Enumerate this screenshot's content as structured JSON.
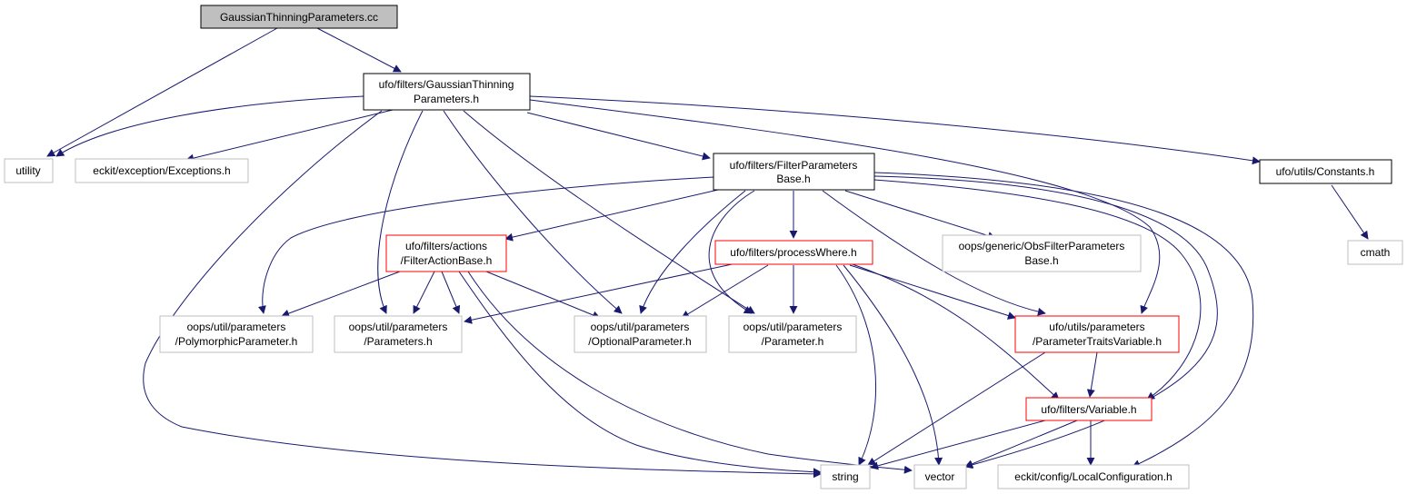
{
  "colors": {
    "edge": "#191970",
    "root_fill": "#bfbfbf",
    "box_border": "#000000",
    "red_border": "#ff0000",
    "gray_border": "#bfbfbf"
  },
  "nodes": {
    "root": {
      "lines": [
        "GaussianThinningParameters.cc"
      ]
    },
    "gtp_h": {
      "lines": [
        "ufo/filters/GaussianThinning",
        "Parameters.h"
      ]
    },
    "utility": {
      "lines": [
        "utility"
      ]
    },
    "exceptions": {
      "lines": [
        "eckit/exception/Exceptions.h"
      ]
    },
    "fpb": {
      "lines": [
        "ufo/filters/FilterParameters",
        "Base.h"
      ]
    },
    "constants": {
      "lines": [
        "ufo/utils/Constants.h"
      ]
    },
    "cmath": {
      "lines": [
        "cmath"
      ]
    },
    "actionbase": {
      "lines": [
        "ufo/filters/actions",
        "/FilterActionBase.h"
      ]
    },
    "processwhere": {
      "lines": [
        "ufo/filters/processWhere.h"
      ]
    },
    "obsfpb": {
      "lines": [
        "oops/generic/ObsFilterParameters",
        "Base.h"
      ]
    },
    "polymorphic": {
      "lines": [
        "oops/util/parameters",
        "/PolymorphicParameter.h"
      ]
    },
    "parameters": {
      "lines": [
        "oops/util/parameters",
        "/Parameters.h"
      ]
    },
    "optional": {
      "lines": [
        "oops/util/parameters",
        "/OptionalParameter.h"
      ]
    },
    "parameter": {
      "lines": [
        "oops/util/parameters",
        "/Parameter.h"
      ]
    },
    "ptv": {
      "lines": [
        "ufo/utils/parameters",
        "/ParameterTraitsVariable.h"
      ]
    },
    "variable": {
      "lines": [
        "ufo/filters/Variable.h"
      ]
    },
    "string": {
      "lines": [
        "string"
      ]
    },
    "vector": {
      "lines": [
        "vector"
      ]
    },
    "localconfig": {
      "lines": [
        "eckit/config/LocalConfiguration.h"
      ]
    }
  }
}
